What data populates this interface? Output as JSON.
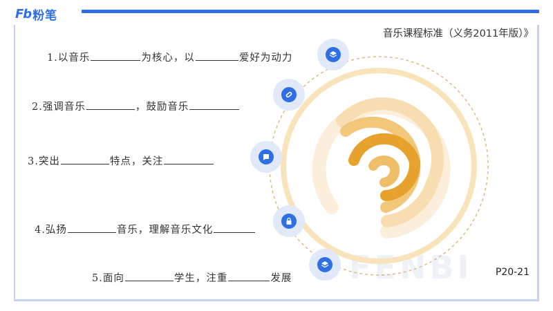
{
  "logo": {
    "mark": "Fb",
    "text": "粉笔"
  },
  "subtitle": "音乐课程标准（义务2011年版）》",
  "items": [
    {
      "parts": [
        "1.以音乐",
        "",
        "为核心，以",
        "",
        "爱好为动力"
      ]
    },
    {
      "parts": [
        "2.强调音乐",
        "",
        "，鼓励音乐",
        ""
      ]
    },
    {
      "parts": [
        "3.突出",
        "",
        "特点，关注",
        ""
      ]
    },
    {
      "parts": [
        "4.弘扬",
        "",
        "音乐，理解音乐文化",
        ""
      ]
    },
    {
      "parts": [
        "5.面向",
        "",
        "学生，注重",
        "",
        "发展"
      ]
    }
  ],
  "page_label": "P20-21",
  "watermark": "FENBI",
  "icons": [
    "layers-icon",
    "link-icon",
    "chat-icon",
    "lock-icon",
    "layers-icon"
  ],
  "colors": {
    "brand": "#2f6fe4",
    "frame": "#c3d2f1",
    "ring": "#f6dfb1",
    "dark_orange": "#e09a1e",
    "dashed": "#d9bb86"
  }
}
